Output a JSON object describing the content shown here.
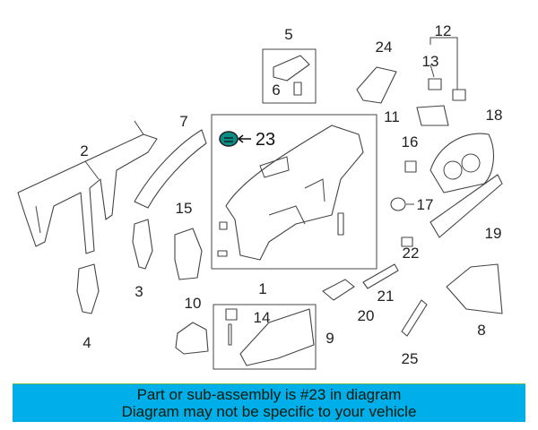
{
  "diagram": {
    "callouts": {
      "c1": "1",
      "c2": "2",
      "c3": "3",
      "c4": "4",
      "c5": "5",
      "c6": "6",
      "c7": "7",
      "c8": "8",
      "c9": "9",
      "c10": "10",
      "c11": "11",
      "c12": "12",
      "c13": "13",
      "c14": "14",
      "c15": "15",
      "c16": "16",
      "c17": "17",
      "c18": "18",
      "c19": "19",
      "c20": "20",
      "c21": "21",
      "c22": "22",
      "c23": "23",
      "c24": "24",
      "c25": "25"
    },
    "highlight_color": "#00a8a0"
  },
  "banner": {
    "line1": "Part or sub-assembly is #23 in diagram",
    "line2": "Diagram may not be specific to your vehicle",
    "background": "#00aeea"
  }
}
